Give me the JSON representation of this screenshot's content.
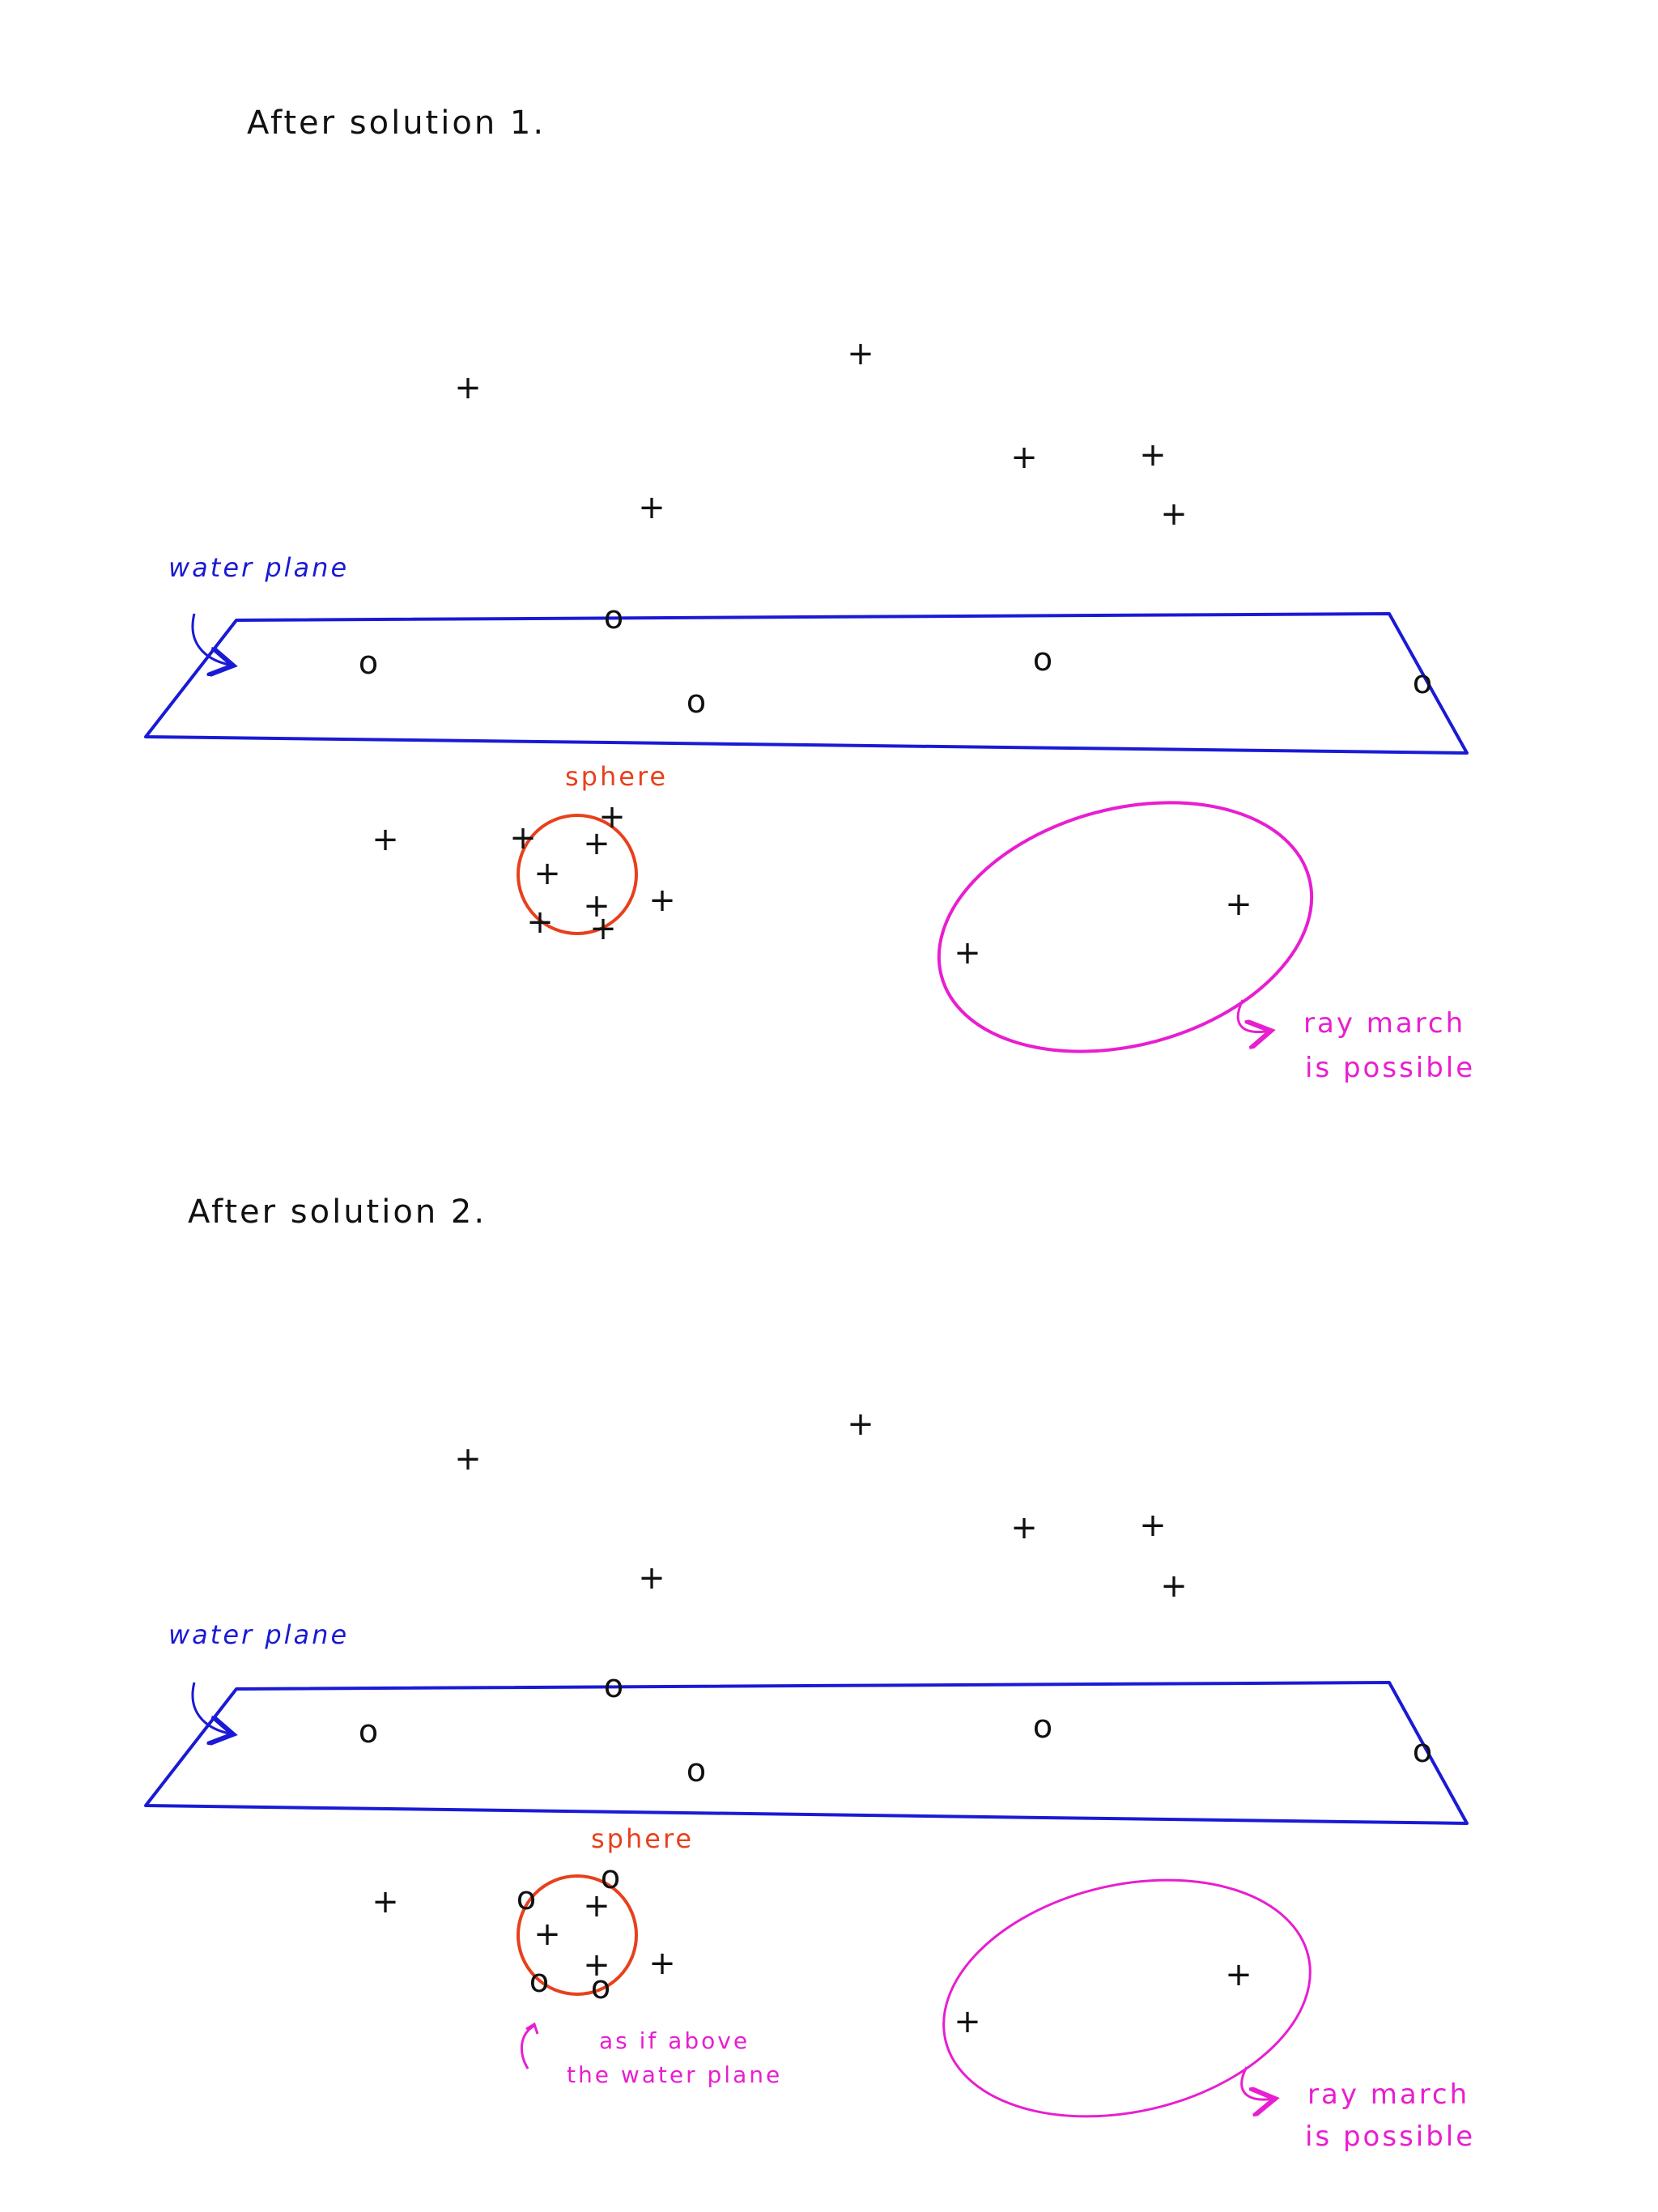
{
  "colors": {
    "ink": "#111111",
    "plane": "#1a1ad6",
    "sphere": "#e8401c",
    "ellipse": "#e81ed0"
  },
  "glyphs": {
    "plus": "+",
    "circle": "o"
  },
  "panel1": {
    "title": "After   solution 1.",
    "water_label": "water plane",
    "sphere_label": "sphere",
    "ray_line1": "ray  march",
    "ray_line2": "is possible"
  },
  "panel2": {
    "title": "After   solution  2.",
    "water_label": "water plane",
    "sphere_label": "sphere",
    "note_line1": "as  if  above",
    "note_line2": "the  water  plane",
    "ray_line1": "ray  march",
    "ray_line2": "is  possible"
  }
}
